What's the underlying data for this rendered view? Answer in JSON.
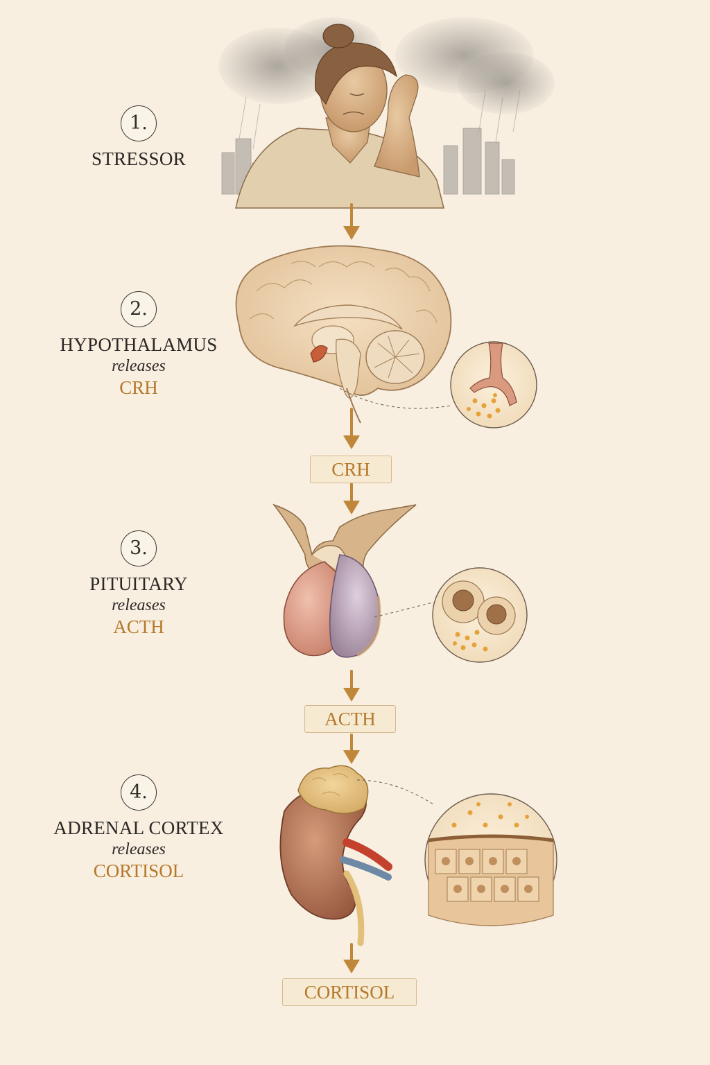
{
  "steps": [
    {
      "number": "1.",
      "organ": "STRESSOR",
      "verb": "",
      "hormone": ""
    },
    {
      "number": "2.",
      "organ": "HYPOTHALAMUS",
      "verb": "releases",
      "hormone": "CRH"
    },
    {
      "number": "3.",
      "organ": "PITUITARY",
      "verb": "releases",
      "hormone": "ACTH"
    },
    {
      "number": "4.",
      "organ": "ADRENAL CORTEX",
      "verb": "releases",
      "hormone": "CORTISOL"
    }
  ],
  "flow_boxes": [
    "CRH",
    "ACTH",
    "CORTISOL"
  ],
  "colors": {
    "background": "#f8efe1",
    "accent": "#b5782a",
    "arrow": "#c0873a",
    "text": "#2e2a26"
  },
  "illustrations": [
    "stressed-person",
    "brain-sagittal-section",
    "pituitary-gland",
    "kidney-with-adrenal-gland"
  ]
}
